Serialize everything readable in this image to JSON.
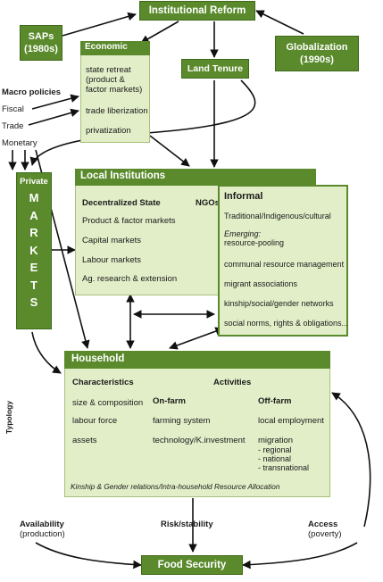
{
  "institutional_reform": "Institutional Reform",
  "saps": {
    "line1": "SAPs",
    "line2": "(1980s)"
  },
  "globalization": {
    "line1": "Globalization",
    "line2": "(1990s)"
  },
  "land_tenure": "Land Tenure",
  "economic": {
    "title": "Economic",
    "items": [
      "state retreat",
      "(product &",
      "factor markets)",
      "trade liberization",
      "privatization"
    ]
  },
  "macro": {
    "title": "Macro policies",
    "items": [
      "Fiscal",
      "Trade",
      "Monetary"
    ]
  },
  "private_markets": {
    "label": "Private",
    "letters": [
      "M",
      "A",
      "R",
      "K",
      "E",
      "T",
      "S"
    ]
  },
  "local_institutions": {
    "title": "Local Institutions",
    "decentralized_state": "Decentralized State",
    "ngos": "NGOs",
    "items": [
      "Product & factor markets",
      "Capital markets",
      "Labour markets",
      "Ag. research & extension"
    ]
  },
  "informal": {
    "title": "Informal",
    "traditional": "Traditional/Indigenous/cultural",
    "emerging": "Emerging:",
    "items": [
      "resource-pooling",
      "communal resource management",
      "migrant associations",
      "kinship/social/gender networks",
      "social norms, rights & obligations..."
    ]
  },
  "household": {
    "title": "Household",
    "characteristics_header": "Characteristics",
    "characteristics": [
      "size & composition",
      "labour force",
      "assets"
    ],
    "activities_header": "Activities",
    "on_farm_header": "On-farm",
    "on_farm": [
      "farming system",
      "technology/K.investment"
    ],
    "off_farm_header": "Off-farm",
    "off_farm": [
      "local employment",
      "migration"
    ],
    "migration_sub": [
      "- regional",
      "- national",
      "- transnational"
    ],
    "footer": "Kinship & Gender relations/Intra-household Resource Allocation"
  },
  "typology": "Typology",
  "availability": {
    "label": "Availability",
    "sub": "(production)"
  },
  "risk": "Risk/stability",
  "access": {
    "label": "Access",
    "sub": "(poverty)"
  },
  "food_security": "Food Security",
  "colors": {
    "dark_green": "#5a8a2c",
    "light_green": "#e2eec8",
    "arrow_dashed": "#4f8f1f"
  }
}
